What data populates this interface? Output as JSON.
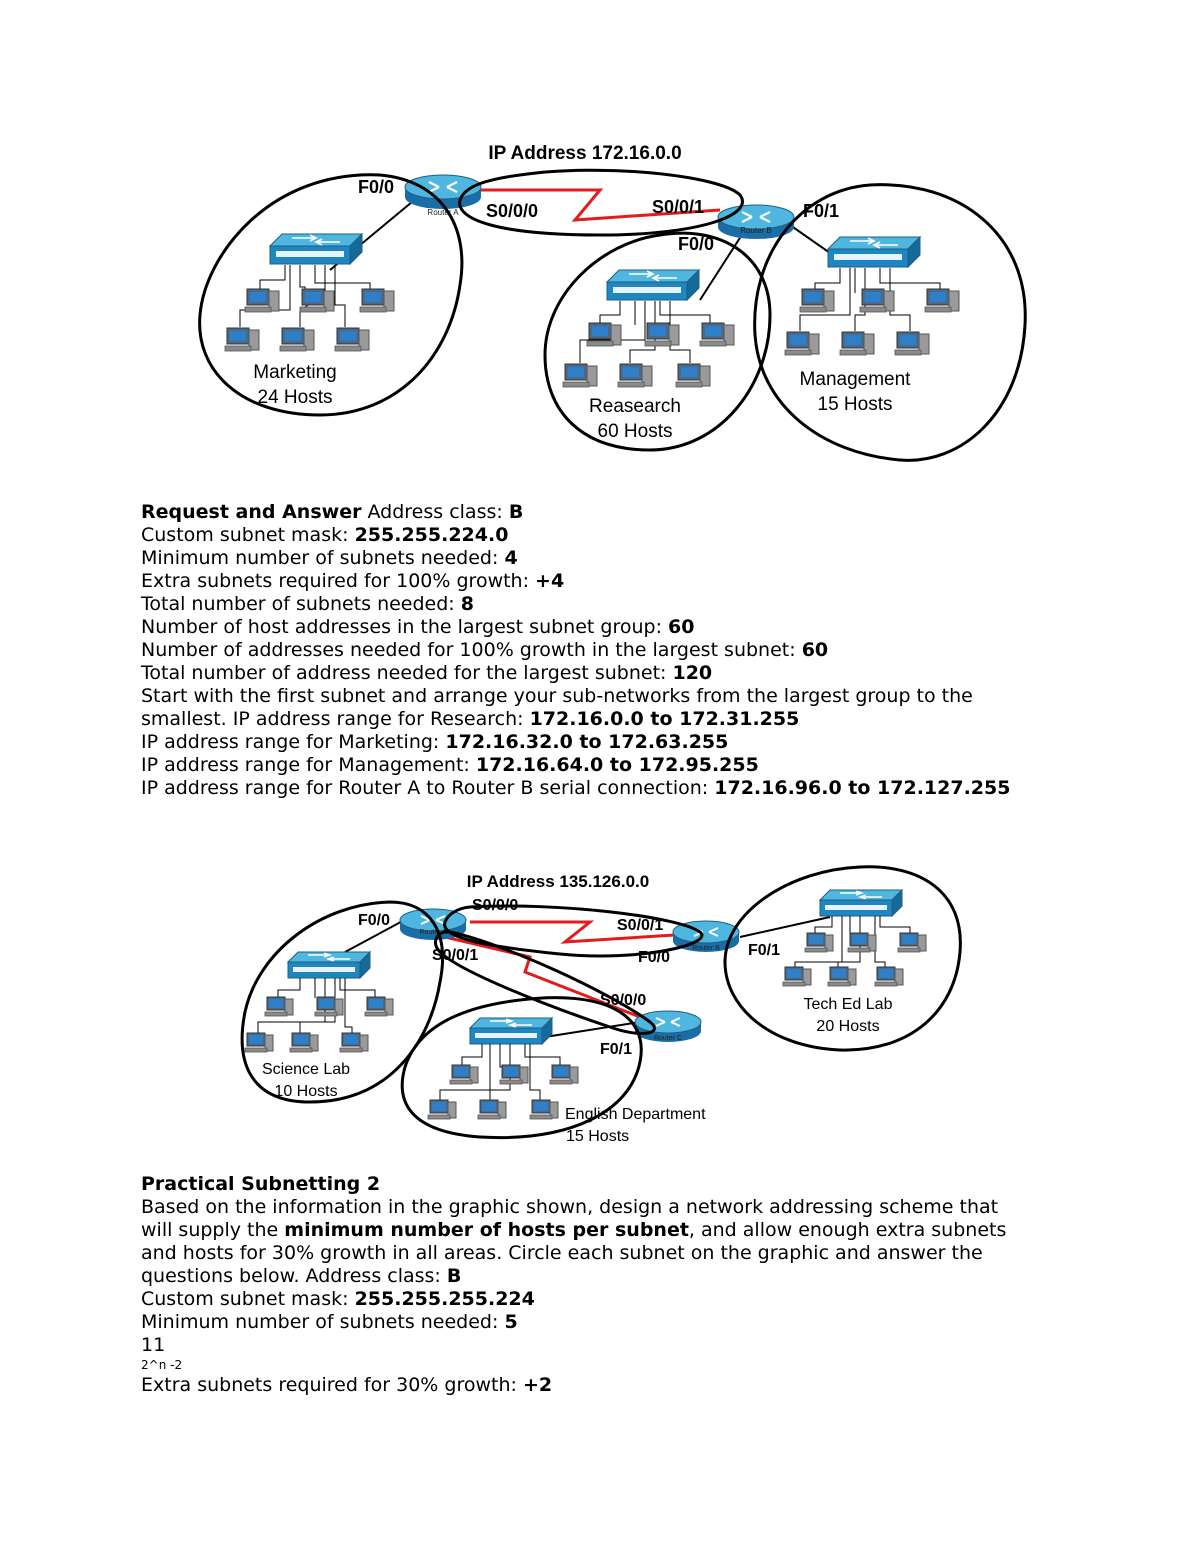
{
  "diagram1": {
    "title": "IP Address 172.16.0.0",
    "router_a_label": "Router A",
    "router_b_label": "Router B",
    "ifaces": {
      "a_f00": "F0/0",
      "a_s000": "S0/0/0",
      "b_s001": "S0/0/1",
      "b_f00": "F0/0",
      "b_f01": "F0/1"
    },
    "groups": [
      {
        "name": "Marketing",
        "hosts": "24 Hosts"
      },
      {
        "name": "Reasearch",
        "hosts": "60 Hosts"
      },
      {
        "name": "Management",
        "hosts": "15 Hosts"
      }
    ]
  },
  "section1": {
    "heading": "Request and Answer",
    "lines": [
      {
        "label": "Address class:",
        "value": "B"
      },
      {
        "label": "Custom subnet mask:",
        "value": "255.255.224.0"
      },
      {
        "label": "Minimum number of subnets needed:",
        "value": "4"
      },
      {
        "label": "Extra subnets required for 100% growth:",
        "value": "+4"
      },
      {
        "label": "Total number of subnets needed:",
        "value": "8"
      },
      {
        "label": "Number of host addresses in the largest subnet group:",
        "value": "60"
      },
      {
        "label": "Number of addresses needed for 100% growth in the largest subnet:",
        "value": "60"
      },
      {
        "label": "Total number of address needed for the largest subnet:",
        "value": "120"
      },
      {
        "label": "Start with the first subnet and arrange your sub-networks from the largest group to the",
        "value": ""
      },
      {
        "label": "smallest. IP address range for Research:",
        "value": "172.16.0.0 to 172.31.255"
      },
      {
        "label": "IP address range for Marketing:",
        "value": "172.16.32.0 to 172.63.255"
      },
      {
        "label": "IP address range for Management:",
        "value": "172.16.64.0 to 172.95.255"
      },
      {
        "label": "IP address range for Router A to Router B serial connection:",
        "value": "172.16.96.0 to 172.127.255"
      }
    ]
  },
  "diagram2": {
    "title": "IP Address 135.126.0.0",
    "router_a_label": "Router A",
    "router_b_label": "Router B",
    "router_c_label": "Router C",
    "ifaces": {
      "a_f00": "F0/0",
      "a_s000": "S0/0/0",
      "a_s001": "S0/0/1",
      "b_s001": "S0/0/1",
      "b_f00": "F0/0",
      "b_f01": "F0/1",
      "c_s000": "S0/0/0",
      "c_f01": "F0/1"
    },
    "groups": [
      {
        "name": "Science Lab",
        "hosts": "10 Hosts"
      },
      {
        "name": "English Department",
        "hosts": "15 Hosts"
      },
      {
        "name": "Tech Ed Lab",
        "hosts": "20 Hosts"
      }
    ]
  },
  "section2": {
    "heading": "Practical Subnetting 2",
    "para1": "Based on the information in the graphic shown, design a network addressing scheme that",
    "para2_pre": "will supply the",
    "para2_bold": "minimum number of hosts per subnet",
    "para2_post": ", and allow enough extra subnets",
    "para3": "and hosts for 30% growth in all areas. Circle each subnet on the graphic and answer the",
    "para4_label": "questions below. Address class:",
    "para4_value": "B",
    "mask_label": "Custom subnet mask:",
    "mask_value": "255.255.255.224",
    "min_label": "Minimum number of subnets needed:",
    "min_value": "5",
    "note1": "11",
    "note2": "2^n -2",
    "extra_label": "Extra subnets required for 30% growth:",
    "extra_value": "+2"
  }
}
